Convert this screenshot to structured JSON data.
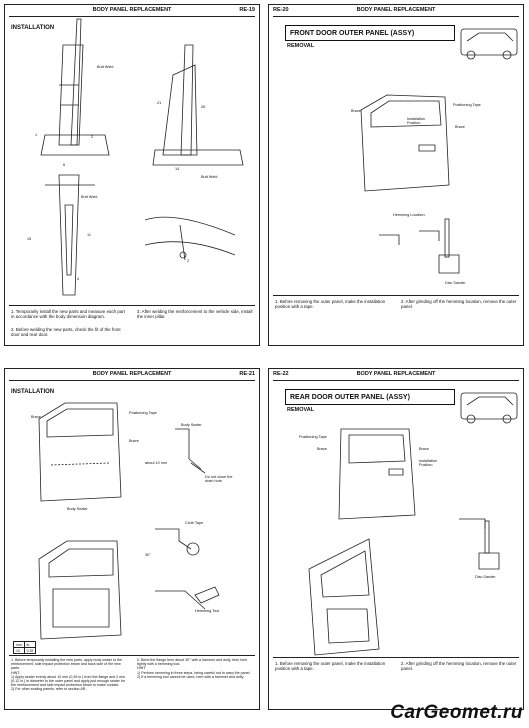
{
  "p1": {
    "header_left": "",
    "header_center": "BODY PANEL REPLACEMENT",
    "header_right": "RE-19",
    "section": "INSTALLATION",
    "labels": {
      "butt_weld_1": "Butt Weld",
      "butt_weld_2": "Butt Weld",
      "butt_weld_3": "Butt Weld",
      "n1": "1",
      "n2": "2",
      "n6": "6",
      "n21": "21",
      "n26": "26",
      "n14": "14",
      "n11": "11",
      "n15": "15",
      "n4": "4",
      "n2b": "2"
    },
    "notes": {
      "n1": "1.  Temporarily install the new parts and measure each part in accordance with the body dimension diagram.",
      "n2": "2.  Before welding the new parts, check the fit of the front door and rear door.",
      "n3": "3.  After welding the reinforcement to the vehicle side, install the inner pillar."
    }
  },
  "p2": {
    "header_left": "RE-20",
    "header_center": "BODY PANEL REPLACEMENT",
    "title": "FRONT DOOR OUTER PANEL (ASSY)",
    "subtitle": "REMOVAL",
    "labels": {
      "brace": "Brace",
      "positioning_tape": "Positioning Tape",
      "installation_position": "Installation Position",
      "brace2": "Brace",
      "hemming_location": "Hemming Location",
      "disc_sander": "Disc Sander"
    },
    "notes": {
      "n1": "1.  Before removing the outer panel, make the installation position with a tape.",
      "n2": "2.  After grinding off the hemming location, remove the outer panel."
    }
  },
  "p3": {
    "header_center": "BODY PANEL REPLACEMENT",
    "header_right": "RE-21",
    "section": "INSTALLATION",
    "labels": {
      "brace": "Brace",
      "positioning_tape": "Positioning Tape",
      "brace2": "Brace",
      "body_sealer": "Body Sealer",
      "body_sealer2": "Body Sealer",
      "about": "about 10 mm",
      "do_not_close": "Do not close the drain hole.",
      "cloth_tape": "Cloth Tape",
      "deg": "30°",
      "hemming_tool": "Hemming Tool"
    },
    "spec": {
      "h1": "mm",
      "h2": "in.",
      "v1": "10",
      "v2": "0.39"
    },
    "notes": {
      "n1": "1.  Before temporarily installing the new parts, apply body sealer to the reinforcement, side impact protection beam and back side of the new parts.",
      "hint": "HINT:",
      "h1": "1)  Apply sealer evenly about 10 mm (0.39 in.) from the flange and 2 mm (0.12 in.) in diameter to the outer panel and apply just enough sealer for the reinforcement and side impact protection beam to make contact.",
      "h2": "2)  For other sealing panels, refer to section AR.",
      "n2": "2.  Bend the flange hem about 30° with a hammer and dolly, then hem tightly with a hemming tool.",
      "hint2": "HINT:",
      "h3": "1)  Perform hemming in three steps, being careful not to warp the panel.",
      "h4": "2)  If a hemming tool cannot be used, hem with a hammer and dolly."
    }
  },
  "p4": {
    "header_left": "RE-22",
    "header_center": "BODY PANEL REPLACEMENT",
    "title": "REAR DOOR OUTER PANEL (ASSY)",
    "subtitle": "REMOVAL",
    "labels": {
      "positioning_tape": "Positioning Tape",
      "brace": "Brace",
      "brace2": "Brace",
      "installation_position": "Installation Position",
      "disc_sander": "Disc Sander"
    },
    "notes": {
      "n1": "1.  Before removing the outer panel, make the installation position with a tape.",
      "n2": "2.  After grinding off the hemming location, remove the outer panel."
    }
  },
  "watermark": "CarGeomet.ru"
}
